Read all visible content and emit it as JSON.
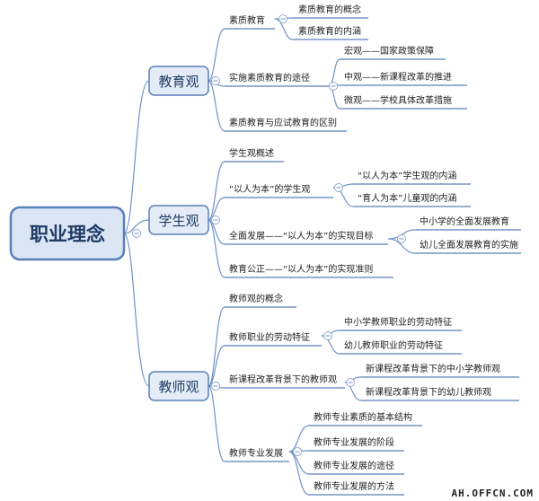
{
  "root": {
    "label": "职业理念"
  },
  "branches": [
    {
      "label": "教育观",
      "children": [
        {
          "label": "素质教育",
          "children": [
            {
              "label": "素质教育的概念"
            },
            {
              "label": "素质教育的内涵"
            }
          ]
        },
        {
          "label": "实施素质教育的途径",
          "children": [
            {
              "label": "宏观——国家政策保障"
            },
            {
              "label": "中观——新课程改革的推进"
            },
            {
              "label": "微观——学校具体改革措施"
            }
          ]
        },
        {
          "label": "素质教育与应试教育的区别"
        }
      ]
    },
    {
      "label": "学生观",
      "children": [
        {
          "label": "学生观概述"
        },
        {
          "label": "“以人为本”的学生观",
          "children": [
            {
              "label": "“以人为本”学生观的内涵"
            },
            {
              "label": "“育人为本”儿童观的内涵"
            }
          ]
        },
        {
          "label": "全面发展——“以人为本”的实现目标",
          "children": [
            {
              "label": "中小学的全面发展教育"
            },
            {
              "label": "幼儿全面发展教育的实施"
            }
          ]
        },
        {
          "label": "教育公正——“以人为本”的实现准则"
        }
      ]
    },
    {
      "label": "教师观",
      "children": [
        {
          "label": "教师观的概念"
        },
        {
          "label": "教师职业的劳动特征",
          "children": [
            {
              "label": "中小学教师职业的劳动特征"
            },
            {
              "label": "幼儿教师职业的劳动特征"
            }
          ]
        },
        {
          "label": "新课程改革背景下的教师观",
          "children": [
            {
              "label": "新课程改革背景下的中小学教师观"
            },
            {
              "label": "新课程改革背景下的幼儿教师观"
            }
          ]
        },
        {
          "label": "教师专业发展",
          "children": [
            {
              "label": "教师专业素质的基本结构"
            },
            {
              "label": "教师专业发展的阶段"
            },
            {
              "label": "教师专业发展的途径"
            },
            {
              "label": "教师专业发展的方法"
            }
          ]
        }
      ]
    }
  ],
  "watermark": "AH.OFFCN.COM",
  "colors": {
    "accent": "#5a7fb8",
    "node_fill": "#e4ecf7",
    "root_fill": "#dbe6f4",
    "text": "#1f3b66"
  }
}
